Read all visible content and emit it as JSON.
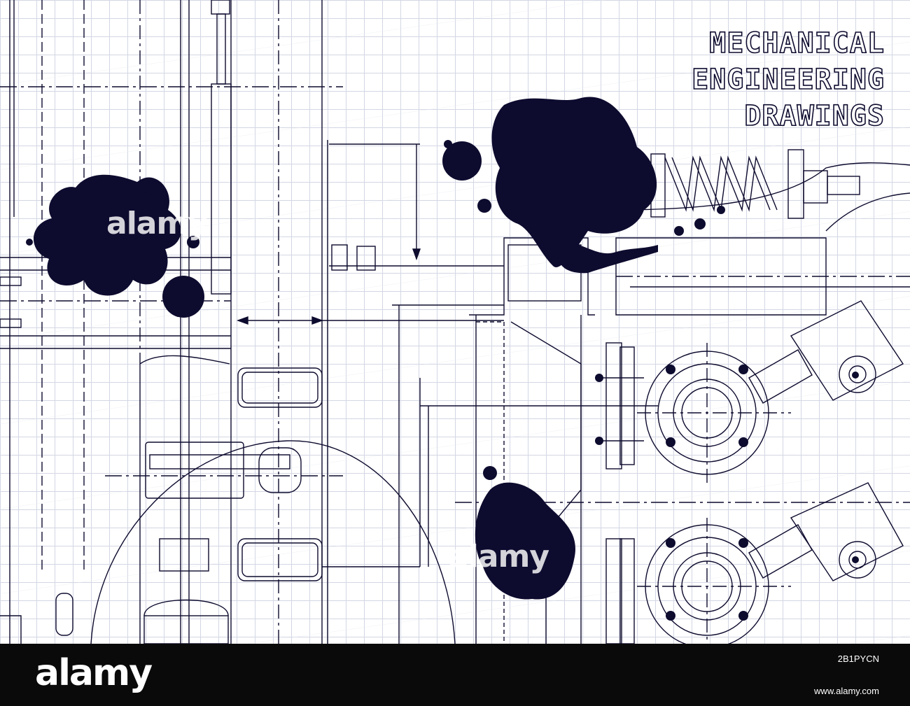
{
  "title": {
    "line1": "MECHANICAL",
    "line2": "ENGINEERING",
    "line3": "DRAWINGS"
  },
  "watermarks": {
    "splash_left": "alamy",
    "splash_bottom": "alamy"
  },
  "footer": {
    "logo": "alamy",
    "image_id": "2B1PYCN",
    "url": "www.alamy.com"
  },
  "colors": {
    "ink": "#0d0b2e",
    "grid": "#d4d7e4",
    "paper": "#ffffff",
    "footer_bg": "#0a0a0a"
  }
}
